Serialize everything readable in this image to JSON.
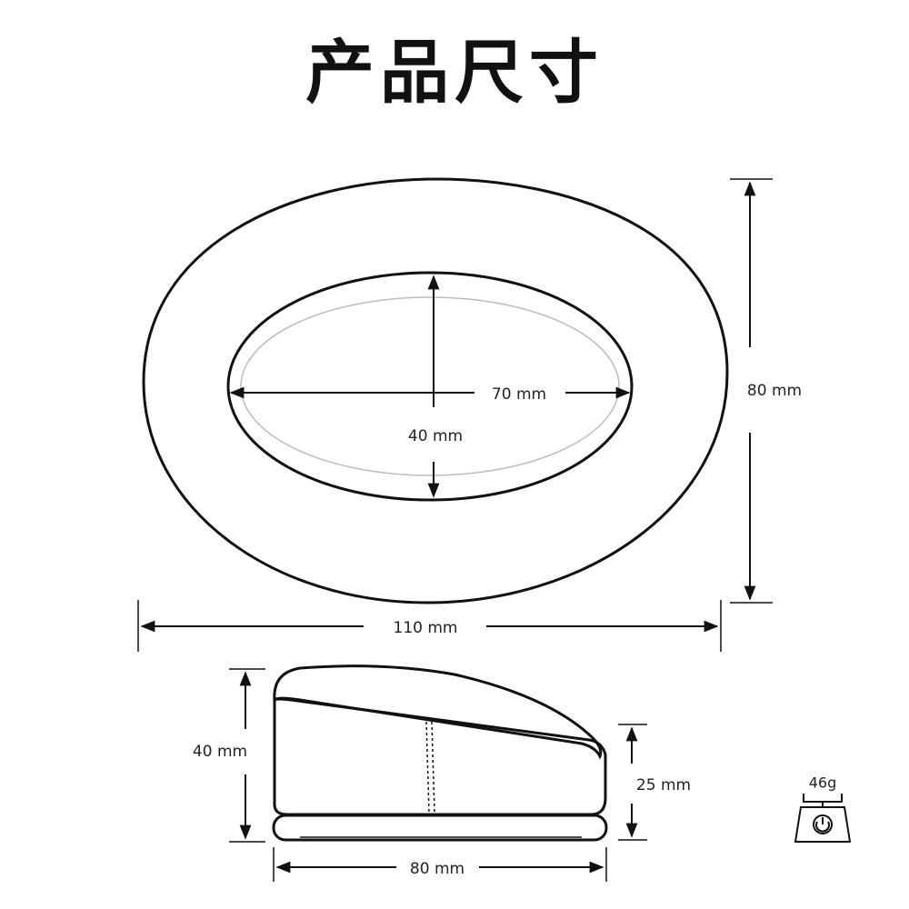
{
  "title": "产品尺寸",
  "dimensions": {
    "inner_width": "70 mm",
    "inner_height": "40 mm",
    "outer_height": "80 mm",
    "outer_width": "110 mm",
    "side_total_height": "40 mm",
    "side_base_height": "25 mm",
    "side_width": "80 mm"
  },
  "weight": {
    "value": "46g",
    "icon": "scale-icon"
  }
}
